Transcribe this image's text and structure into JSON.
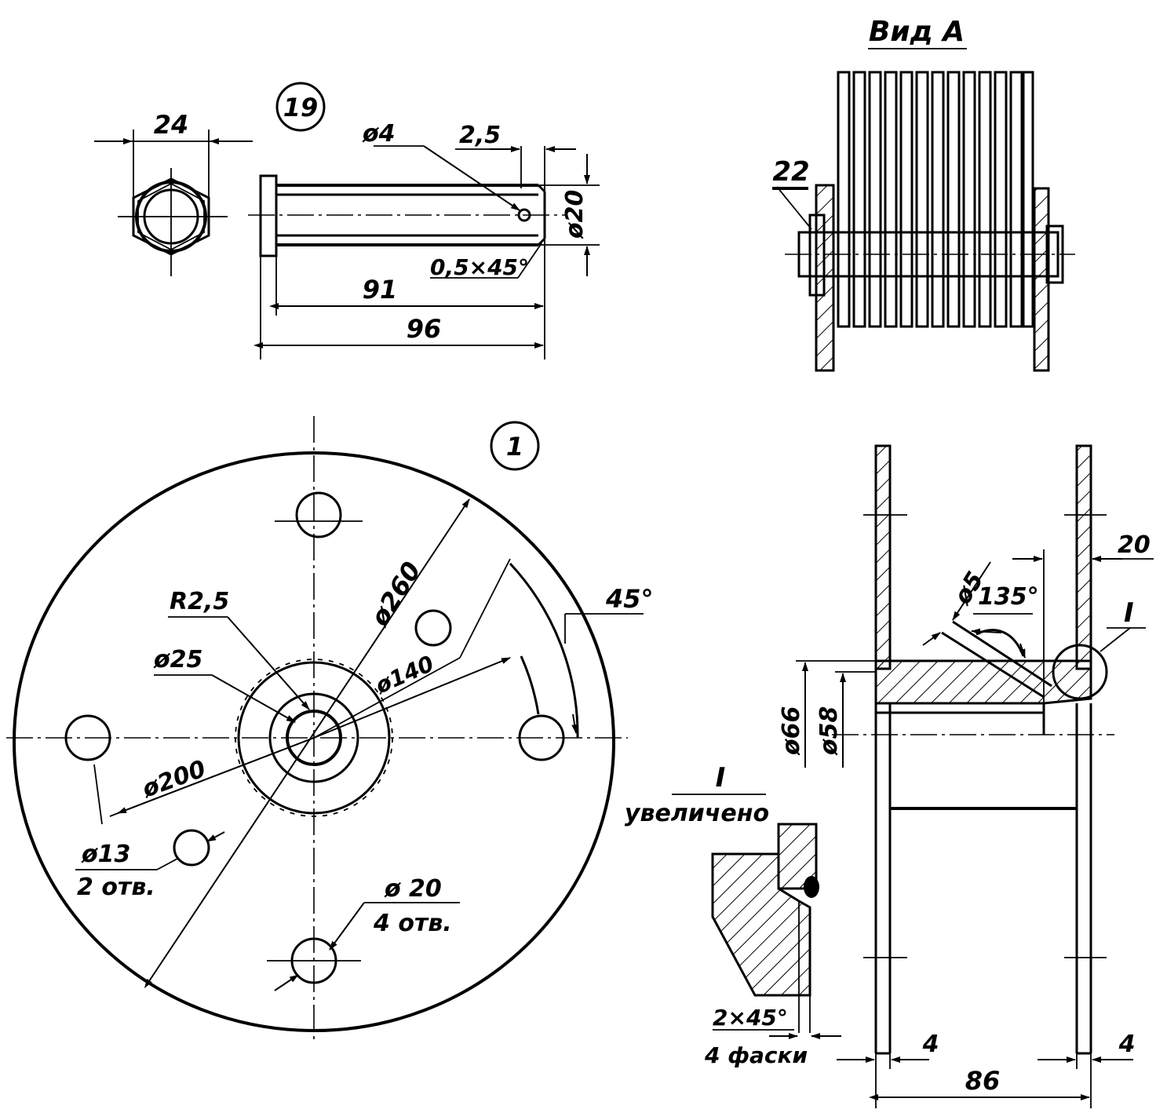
{
  "part19": {
    "label": "19",
    "dim_hex": "24",
    "dim_hole": "ø4",
    "dim_end": "2,5",
    "dim_dia": "ø20",
    "dim_chamfer": "0,5×45°",
    "dim_len1": "91",
    "dim_len2": "96"
  },
  "viewA": {
    "title": "Вид А",
    "part_no": "22"
  },
  "part1": {
    "label": "1",
    "dim_outer": "ø260",
    "dim_bolt_circle": "ø140",
    "dim_pcd": "ø200",
    "dim_r": "R2,5",
    "dim_bore": "ø25",
    "dim_angle": "45°",
    "holes13_a": "ø13",
    "holes13_b": "2 отв.",
    "holes20_a": "ø 20",
    "holes20_b": "4 отв."
  },
  "section": {
    "dim_hole5": "ø5",
    "dim_angle": "135°",
    "dim_20": "20",
    "label_I": "I",
    "dim_66": "ø66",
    "dim_58": "ø58",
    "dim_left4": "4",
    "dim_right4": "4",
    "dim_width": "86"
  },
  "detail": {
    "label_I": "I",
    "caption": "увеличено",
    "chamfer_a": "2×45°",
    "chamfer_b": "4 фаски"
  }
}
